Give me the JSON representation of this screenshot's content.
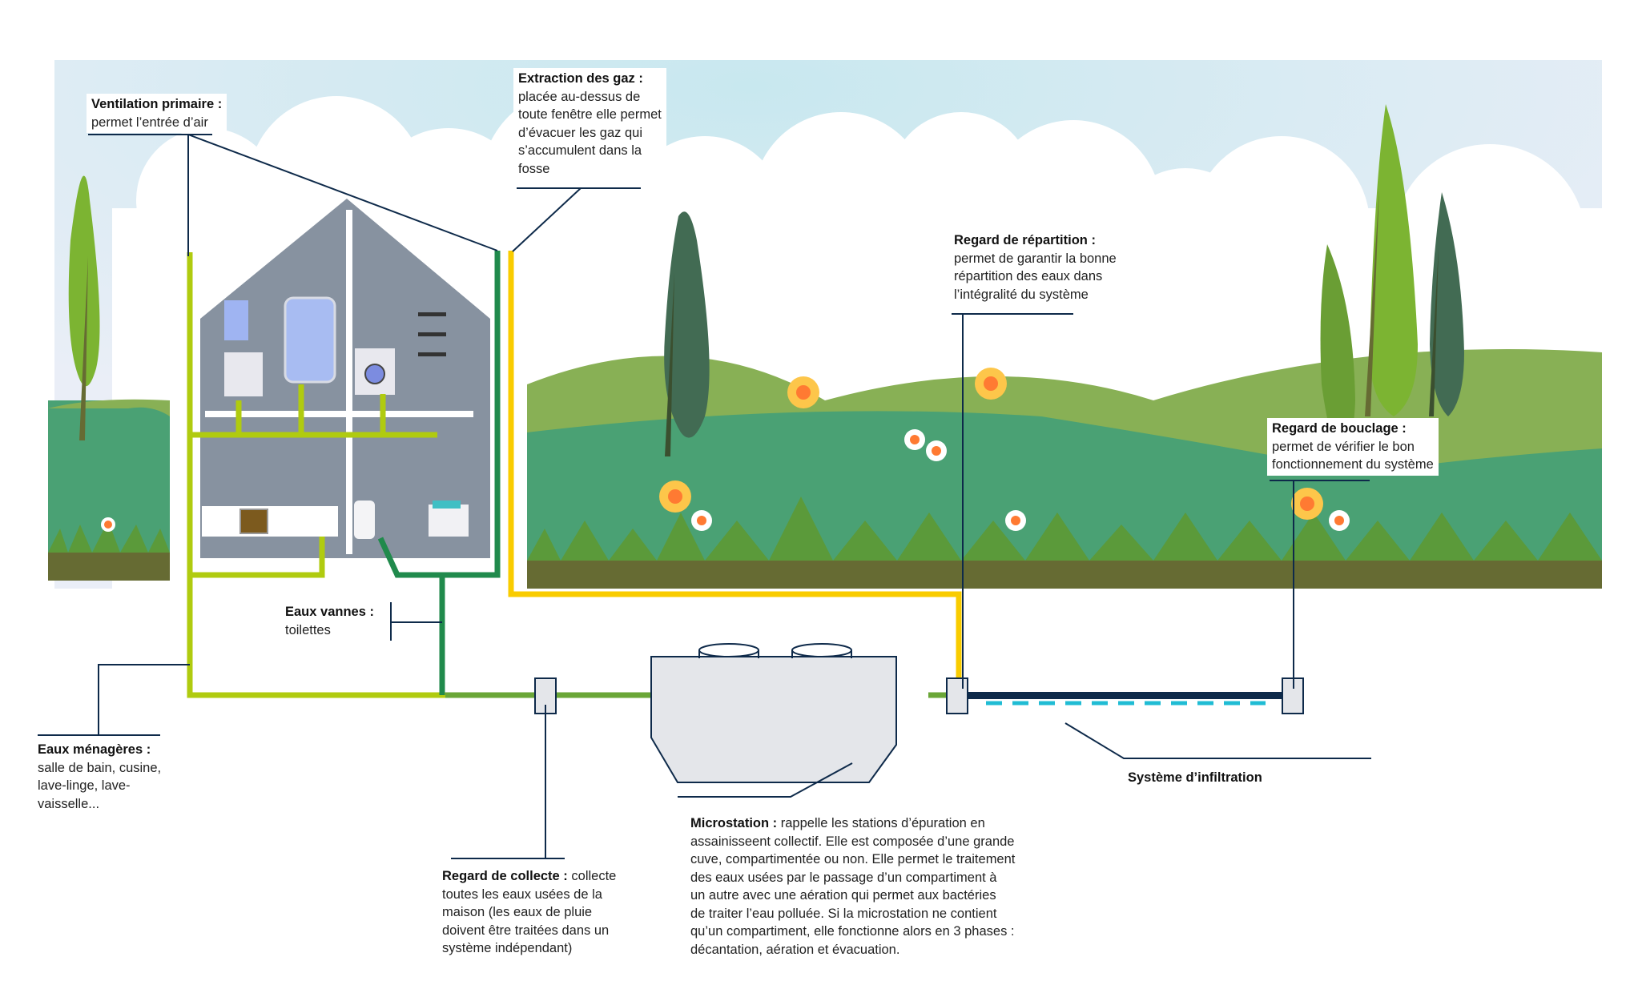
{
  "title": "Assainissement non collectif — microstation",
  "colors": {
    "sky_top": "#e8eef6",
    "sky_glow": "#cdeaf0",
    "cloud": "#ffffff",
    "hill_light": "#88b055",
    "hill_mid": "#4aa174",
    "grass": "#5b9a3a",
    "soil": "#666b33",
    "house": "#8792a0",
    "house_wall": "#ffffff",
    "pipe_grey_water": "#b0cb0f",
    "pipe_black_water": "#208a4c",
    "pipe_outlet": "#6aa637",
    "pipe_gas": "#f9cc00",
    "pipe_infiltration": "#0e2a4a",
    "infiltration_dash": "#20bcd4",
    "tank_fill": "#e4e6ea",
    "tank_stroke": "#0e2a4a",
    "leader_line": "#0e2a4a"
  },
  "labels": {
    "ventilation": {
      "title": "Ventilation primaire :",
      "lines": [
        "permet l’entrée d’air"
      ]
    },
    "extraction": {
      "title": "Extraction des gaz :",
      "lines": [
        "placée au-dessus de",
        "toute fenêtre elle permet",
        "d’évacuer les gaz qui",
        "s’accumulent dans la",
        "fosse"
      ]
    },
    "repartition": {
      "title": "Regard de répartition :",
      "lines": [
        "permet de garantir la bonne",
        "répartition des eaux dans",
        "l’intégralité du système"
      ]
    },
    "bouclage": {
      "title": "Regard de bouclage :",
      "lines": [
        "permet de vérifier le bon",
        "fonctionnement du système"
      ]
    },
    "eaux_vannes": {
      "title": "Eaux vannes :",
      "lines": [
        "toilettes"
      ]
    },
    "eaux_menageres": {
      "title": "Eaux ménagères :",
      "lines": [
        "salle de bain, cusine,",
        "lave-linge, lave-",
        "vaisselle..."
      ]
    },
    "collecte": {
      "title": "Regard de collecte :",
      "inline": " collecte",
      "lines": [
        "toutes les eaux usées de la",
        "maison (les eaux de pluie",
        "doivent être traitées dans un",
        "système indépendant)"
      ]
    },
    "microstation": {
      "title": "Microstation :",
      "inline": " rappelle les stations d’épuration en",
      "lines": [
        "assainisseent collectif. Elle est composée d’une grande",
        "cuve, compartimentée ou non. Elle permet le traitement",
        "des eaux usées par le passage d’un compartiment à",
        "un autre avec une aération qui permet aux bactéries",
        "de traiter l’eau polluée. Si la microstation ne contient",
        "qu’un compartiment, elle fonctionne alors en 3 phases :",
        "décantation, aération et évacuation."
      ]
    },
    "infiltration": {
      "title": "Système d’infiltration"
    }
  }
}
